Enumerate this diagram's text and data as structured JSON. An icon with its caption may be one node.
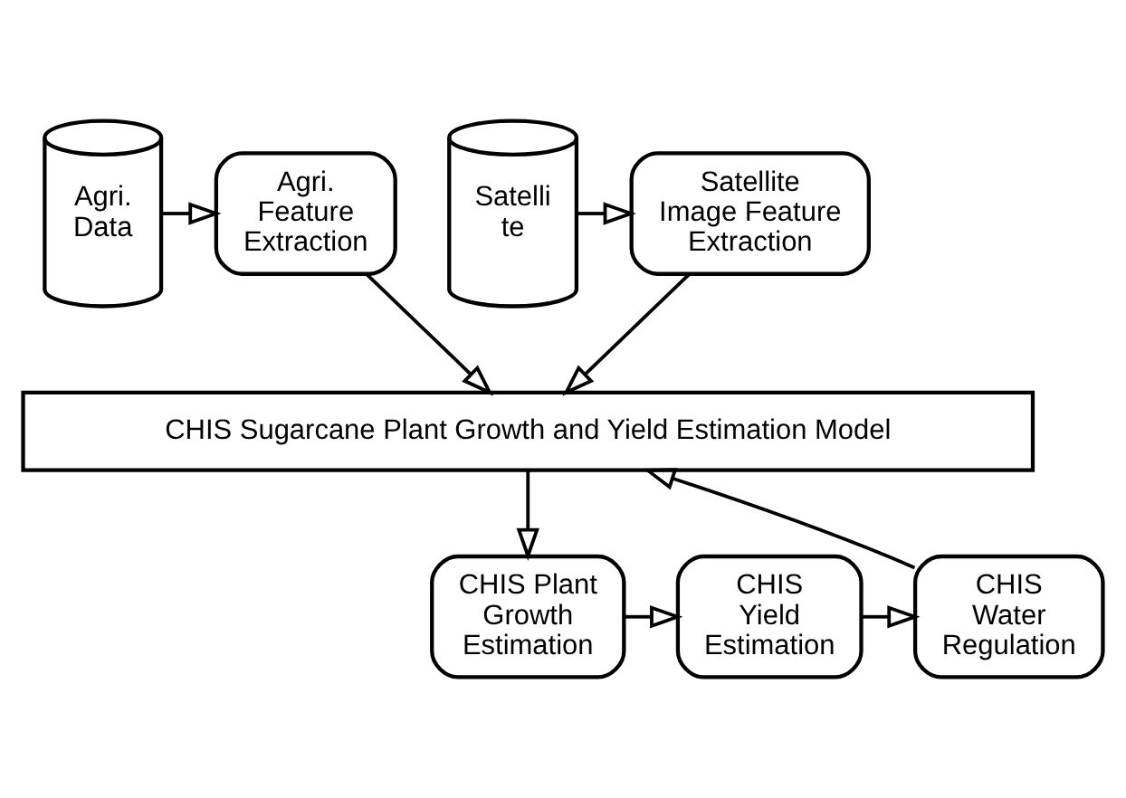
{
  "diagram": {
    "nodes": [
      {
        "text": [
          "Agri. Data"
        ]
      },
      {
        "text": [
          "Agri. Feature Extraction"
        ]
      },
      {
        "text": [
          "Satellite Image Feature Extraction"
        ]
      },
      {
        "text": [
          "Satelli te"
        ]
      },
      {
        "text": [
          "CHIS Sugarcane Plant Growth and Yield Estimation Model"
        ]
      },
      {
        "text": [
          "CHIS Plant Growth Estimation"
        ]
      },
      {
        "text": [
          "CHIS Yield Estimation"
        ]
      },
      {
        "text": [
          "CHIS Water Regulation"
        ]
      }
    ],
    "edges": [
      {
        "from": 0,
        "to": 1,
        "arrow": "to"
      },
      {
        "from": 3,
        "to": 2,
        "arrow": "to"
      },
      {
        "from": 1,
        "to": 4,
        "arrow": "to"
      },
      {
        "from": 2,
        "to": 4,
        "arrow": "to"
      },
      {
        "from": 4,
        "to": 5,
        "arrow": "to"
      },
      {
        "from": 5,
        "to": 6,
        "arrow": "to"
      },
      {
        "from": 6,
        "to": 7,
        "arrow": "to"
      },
      {
        "from": 7,
        "to": 4,
        "arrow": "to"
      }
    ]
  }
}
